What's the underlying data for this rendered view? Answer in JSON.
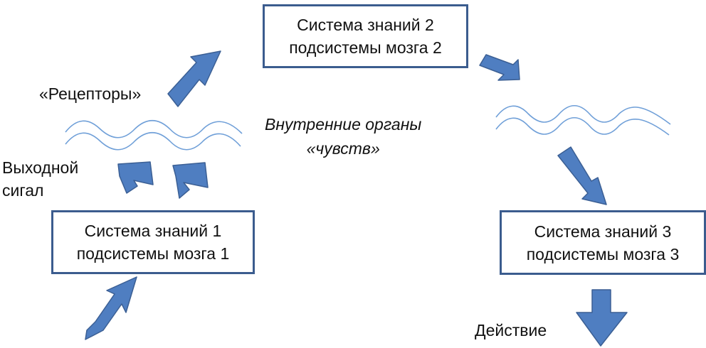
{
  "boxes": {
    "box1": {
      "line1": "Система знаний 1",
      "line2": "подсистемы мозга 1"
    },
    "box2": {
      "line1": "Система знаний 2",
      "line2": "подсистемы мозга 2"
    },
    "box3": {
      "line1": "Система знаний 3",
      "line2": "подсистемы мозга 3"
    }
  },
  "labels": {
    "receptors": "«Рецепторы»",
    "output_line1": "Выходной",
    "output_line2": "сигал",
    "inner_line1": "Внутренние органы",
    "inner_line2": "«чувств»",
    "action": "Действие"
  },
  "colors": {
    "arrow_fill": "#4f7ec1",
    "arrow_stroke": "#3b5f94",
    "wave": "#6f9fd8",
    "box_border": "#3b5c8e"
  }
}
